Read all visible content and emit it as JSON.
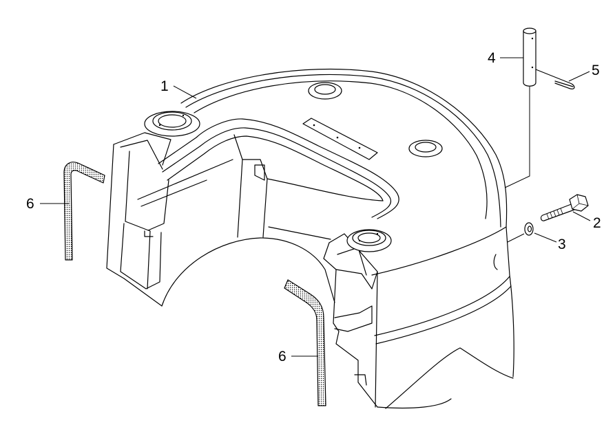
{
  "diagram": {
    "line_color": "#000000",
    "background": "#ffffff"
  },
  "callouts": [
    {
      "label": "1",
      "part": "counterweight-body"
    },
    {
      "label": "2",
      "part": "bolt"
    },
    {
      "label": "3",
      "part": "washer"
    },
    {
      "label": "4",
      "part": "pin"
    },
    {
      "label": "5",
      "part": "cotter-pin"
    },
    {
      "label": "6",
      "part": "bar"
    },
    {
      "label": "6",
      "part": "bar"
    }
  ]
}
